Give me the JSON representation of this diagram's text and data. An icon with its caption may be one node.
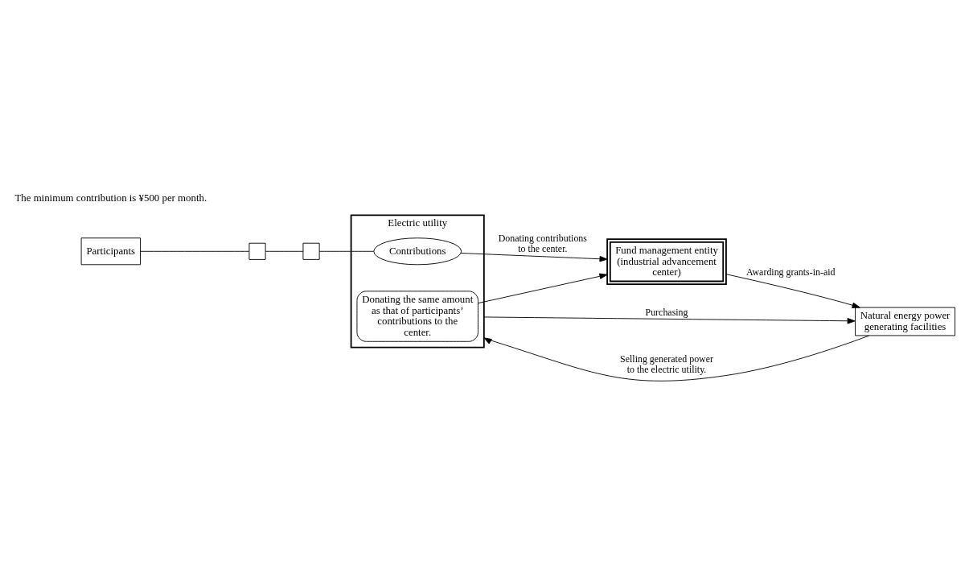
{
  "diagram": {
    "nodes": [
      {
        "text": [
          "Electric utility"
        ]
      },
      {
        "text": [
          "Donating the same amount as that of participants’ contributions to the center."
        ],
        "in": 0
      },
      {
        "text": [
          "Contributions"
        ],
        "in": 0
      },
      {
        "text": [
          "Participants"
        ]
      },
      {
        "text": [],
        "shape": "box"
      },
      {
        "text": [],
        "shape": "box"
      },
      {
        "text": [
          "Fund management entity",
          "(industrial advancement center)"
        ]
      },
      {
        "text": [
          "Natural energy power generating facilities"
        ]
      }
    ],
    "edges": [
      {
        "from": 7,
        "to": 0,
        "arrow": "to",
        "label": "Selling generated power to the electric utility."
      },
      {
        "from": 0,
        "to": 7,
        "arrow": "to",
        "label": "Purchasing"
      },
      {
        "from": 3,
        "to": 4,
        "arrow": "none"
      },
      {
        "from": 4,
        "to": 5,
        "arrow": "none"
      },
      {
        "from": 5,
        "to": 2,
        "arrow": "none"
      },
      {
        "from": 2,
        "to": 6,
        "arrow": "to",
        "label": "Donating contributions to the center."
      },
      {
        "from": 1,
        "to": 6,
        "arrow": "to"
      },
      {
        "from": 6,
        "to": 7,
        "arrow": "to",
        "label": "Awarding grants-in-aid"
      }
    ],
    "labels": [
      "The minimum contribution is ¥500 per month."
    ]
  }
}
